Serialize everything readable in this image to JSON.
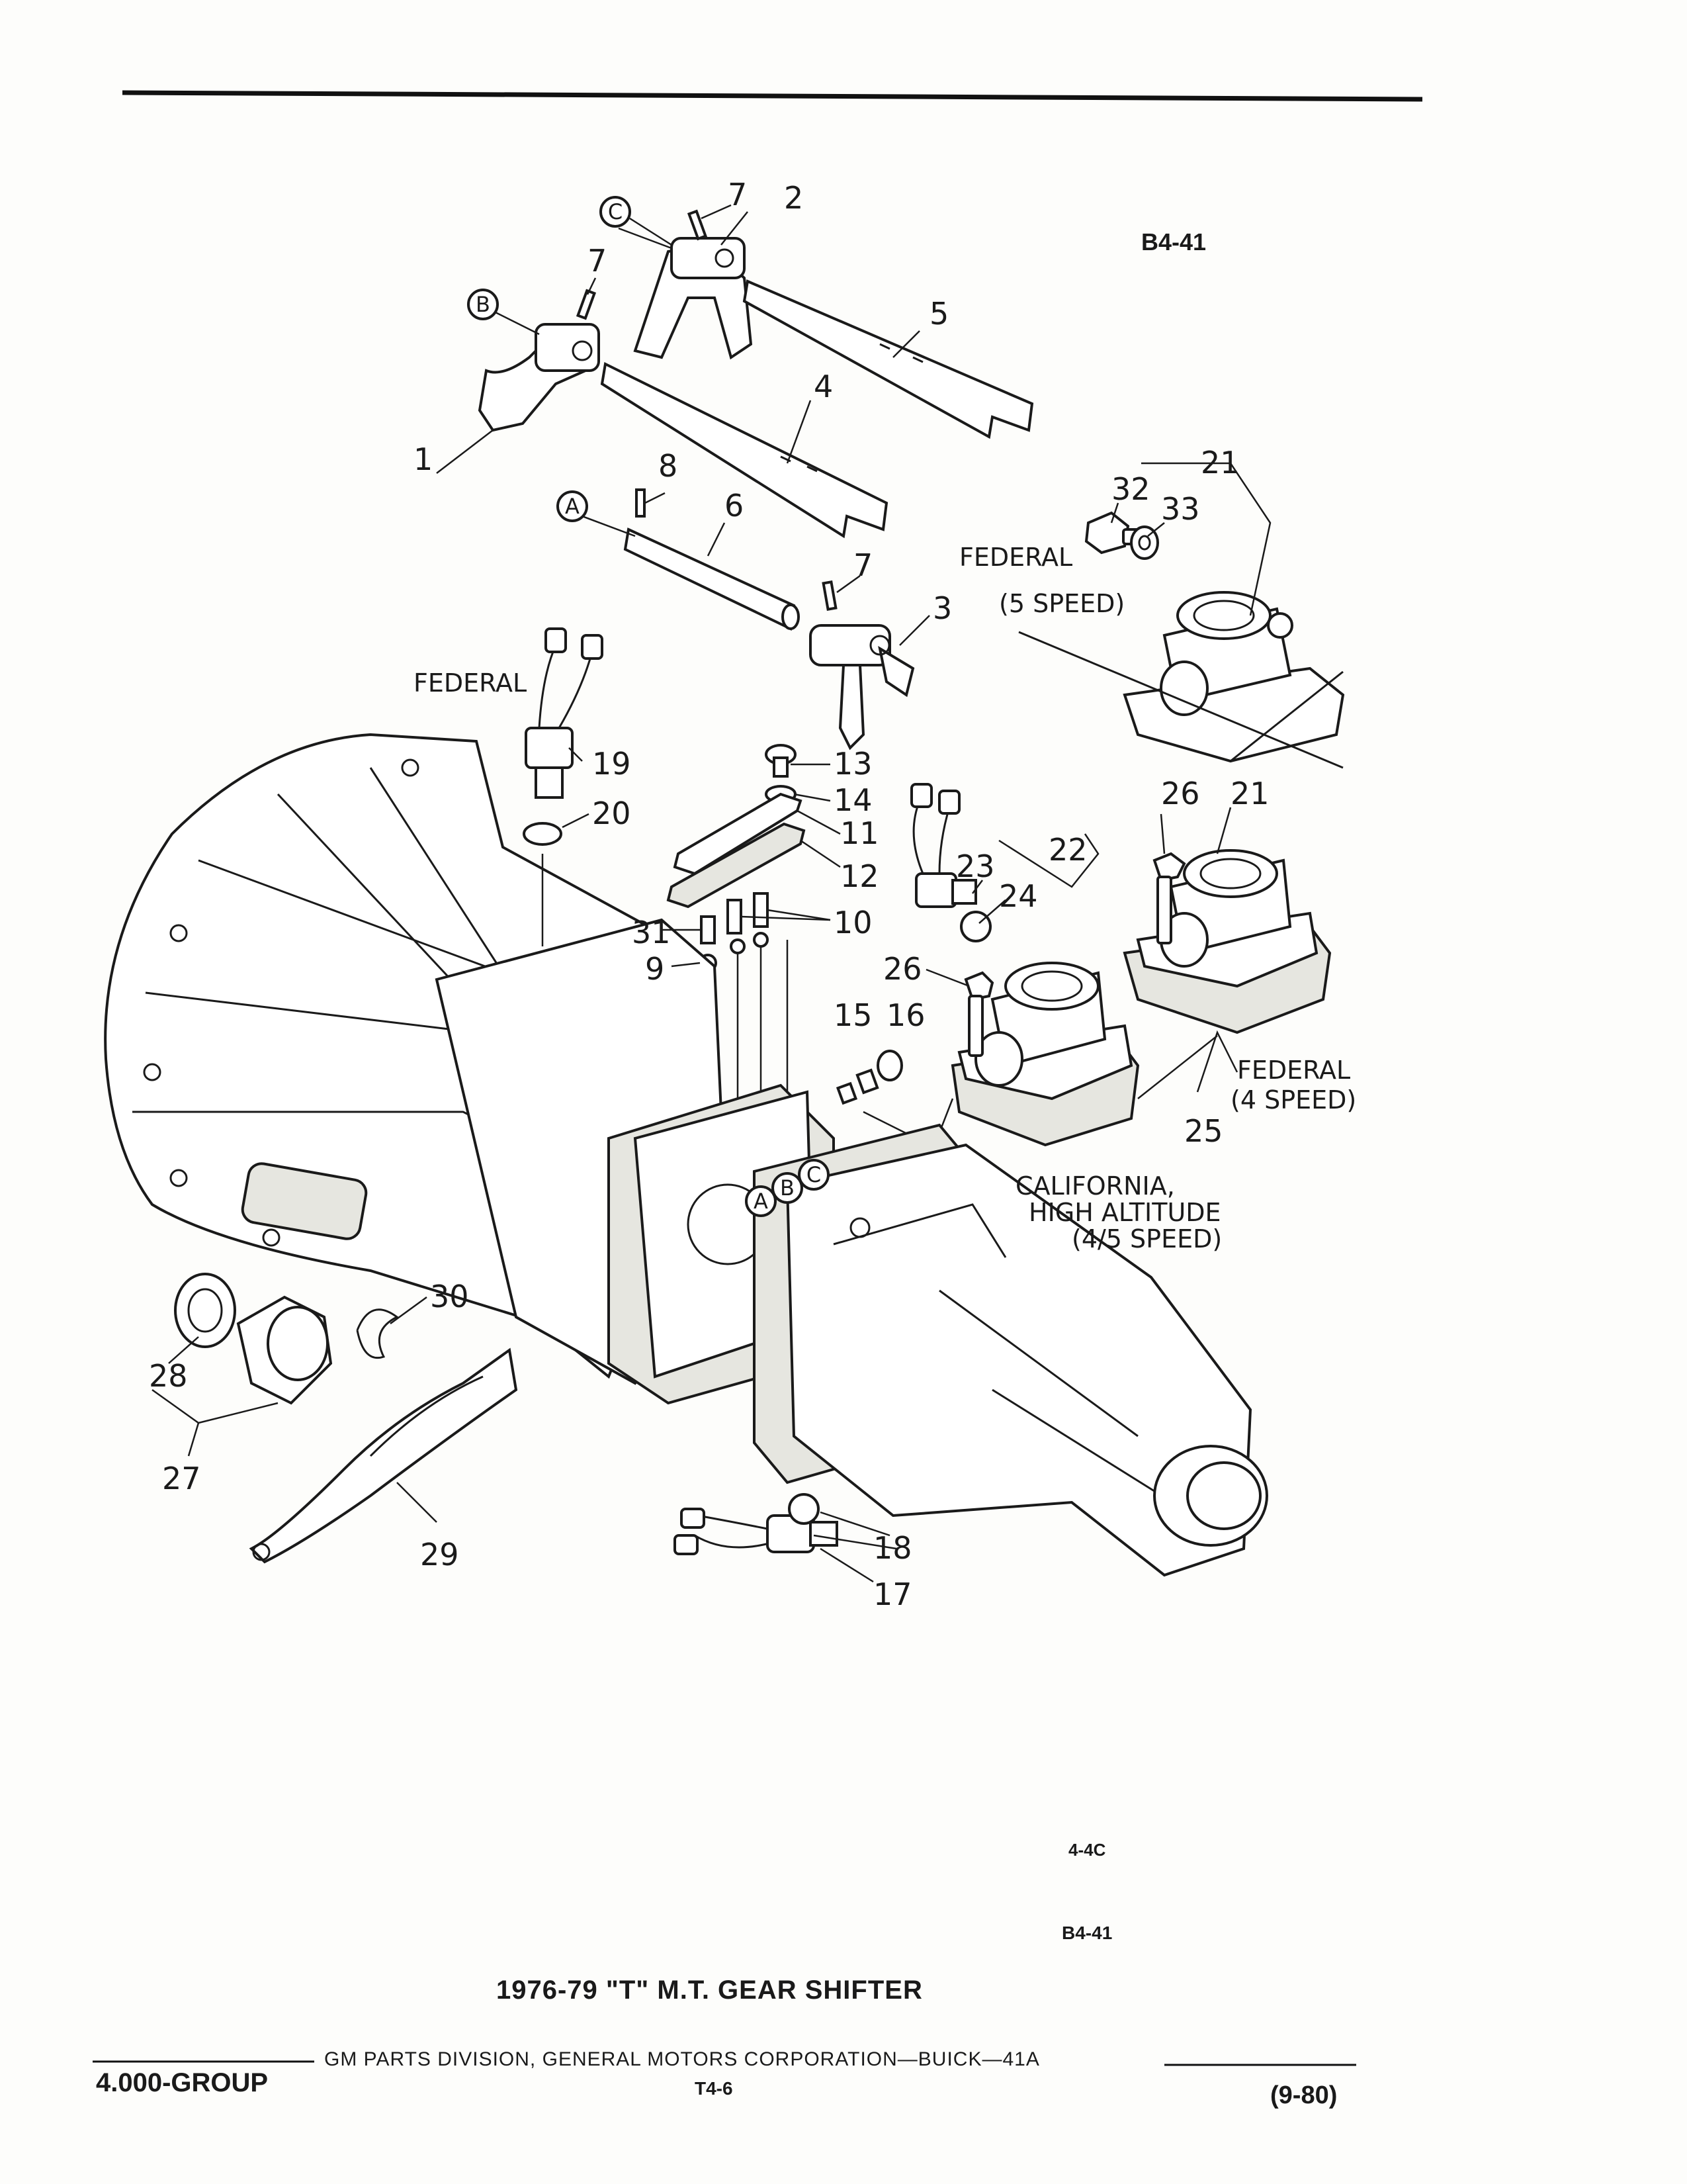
{
  "header": {
    "diagram_code": "B4-41"
  },
  "diagram": {
    "callouts": [
      {
        "id": "c1",
        "text": "1"
      },
      {
        "id": "c2",
        "text": "2"
      },
      {
        "id": "c3",
        "text": "3"
      },
      {
        "id": "c4",
        "text": "4"
      },
      {
        "id": "c5",
        "text": "5"
      },
      {
        "id": "c6",
        "text": "6"
      },
      {
        "id": "c7a",
        "text": "7"
      },
      {
        "id": "c7b",
        "text": "7"
      },
      {
        "id": "c7c",
        "text": "7"
      },
      {
        "id": "c8",
        "text": "8"
      },
      {
        "id": "c9",
        "text": "9"
      },
      {
        "id": "c10",
        "text": "10"
      },
      {
        "id": "c11",
        "text": "11"
      },
      {
        "id": "c12",
        "text": "12"
      },
      {
        "id": "c13",
        "text": "13"
      },
      {
        "id": "c14",
        "text": "14"
      },
      {
        "id": "c15",
        "text": "15"
      },
      {
        "id": "c16",
        "text": "16"
      },
      {
        "id": "c17",
        "text": "17"
      },
      {
        "id": "c18",
        "text": "18"
      },
      {
        "id": "c19",
        "text": "19"
      },
      {
        "id": "c20",
        "text": "20"
      },
      {
        "id": "c21a",
        "text": "21"
      },
      {
        "id": "c21b",
        "text": "21"
      },
      {
        "id": "c22",
        "text": "22"
      },
      {
        "id": "c23",
        "text": "23"
      },
      {
        "id": "c24",
        "text": "24"
      },
      {
        "id": "c25",
        "text": "25"
      },
      {
        "id": "c26a",
        "text": "26"
      },
      {
        "id": "c26b",
        "text": "26"
      },
      {
        "id": "c27",
        "text": "27"
      },
      {
        "id": "c28",
        "text": "28"
      },
      {
        "id": "c29",
        "text": "29"
      },
      {
        "id": "c30",
        "text": "30"
      },
      {
        "id": "c31",
        "text": "31"
      },
      {
        "id": "c32",
        "text": "32"
      },
      {
        "id": "c33",
        "text": "33"
      }
    ],
    "circle_labels": [
      {
        "id": "ca",
        "text": "A"
      },
      {
        "id": "cb",
        "text": "B"
      },
      {
        "id": "cc",
        "text": "C"
      },
      {
        "id": "ca2",
        "text": "A"
      },
      {
        "id": "cb2",
        "text": "B"
      },
      {
        "id": "cc2",
        "text": "C"
      }
    ],
    "notes": [
      {
        "id": "n_federal_5",
        "text": "FEDERAL"
      },
      {
        "id": "n_5speed",
        "text": "(5 SPEED)"
      },
      {
        "id": "n_federal_sw",
        "text": "FEDERAL"
      },
      {
        "id": "n_federal_4",
        "text": "FEDERAL"
      },
      {
        "id": "n_4speed",
        "text": "(4 SPEED)"
      },
      {
        "id": "n_calif",
        "text": "CALIFORNIA,"
      },
      {
        "id": "n_highalt",
        "text": "HIGH ALTITUDE"
      },
      {
        "id": "n_45speed",
        "text": "(4/5 SPEED)"
      }
    ]
  },
  "footer": {
    "page_code": "4-4C",
    "diagram_code": "B4-41",
    "caption": "1976-79 \"T\" M.T. GEAR SHIFTER",
    "group": "4.000-GROUP",
    "publisher": "GM PARTS DIVISION, GENERAL MOTORS CORPORATION—BUICK—41A",
    "page_ref": "T4-6",
    "revision": "(9-80)"
  }
}
